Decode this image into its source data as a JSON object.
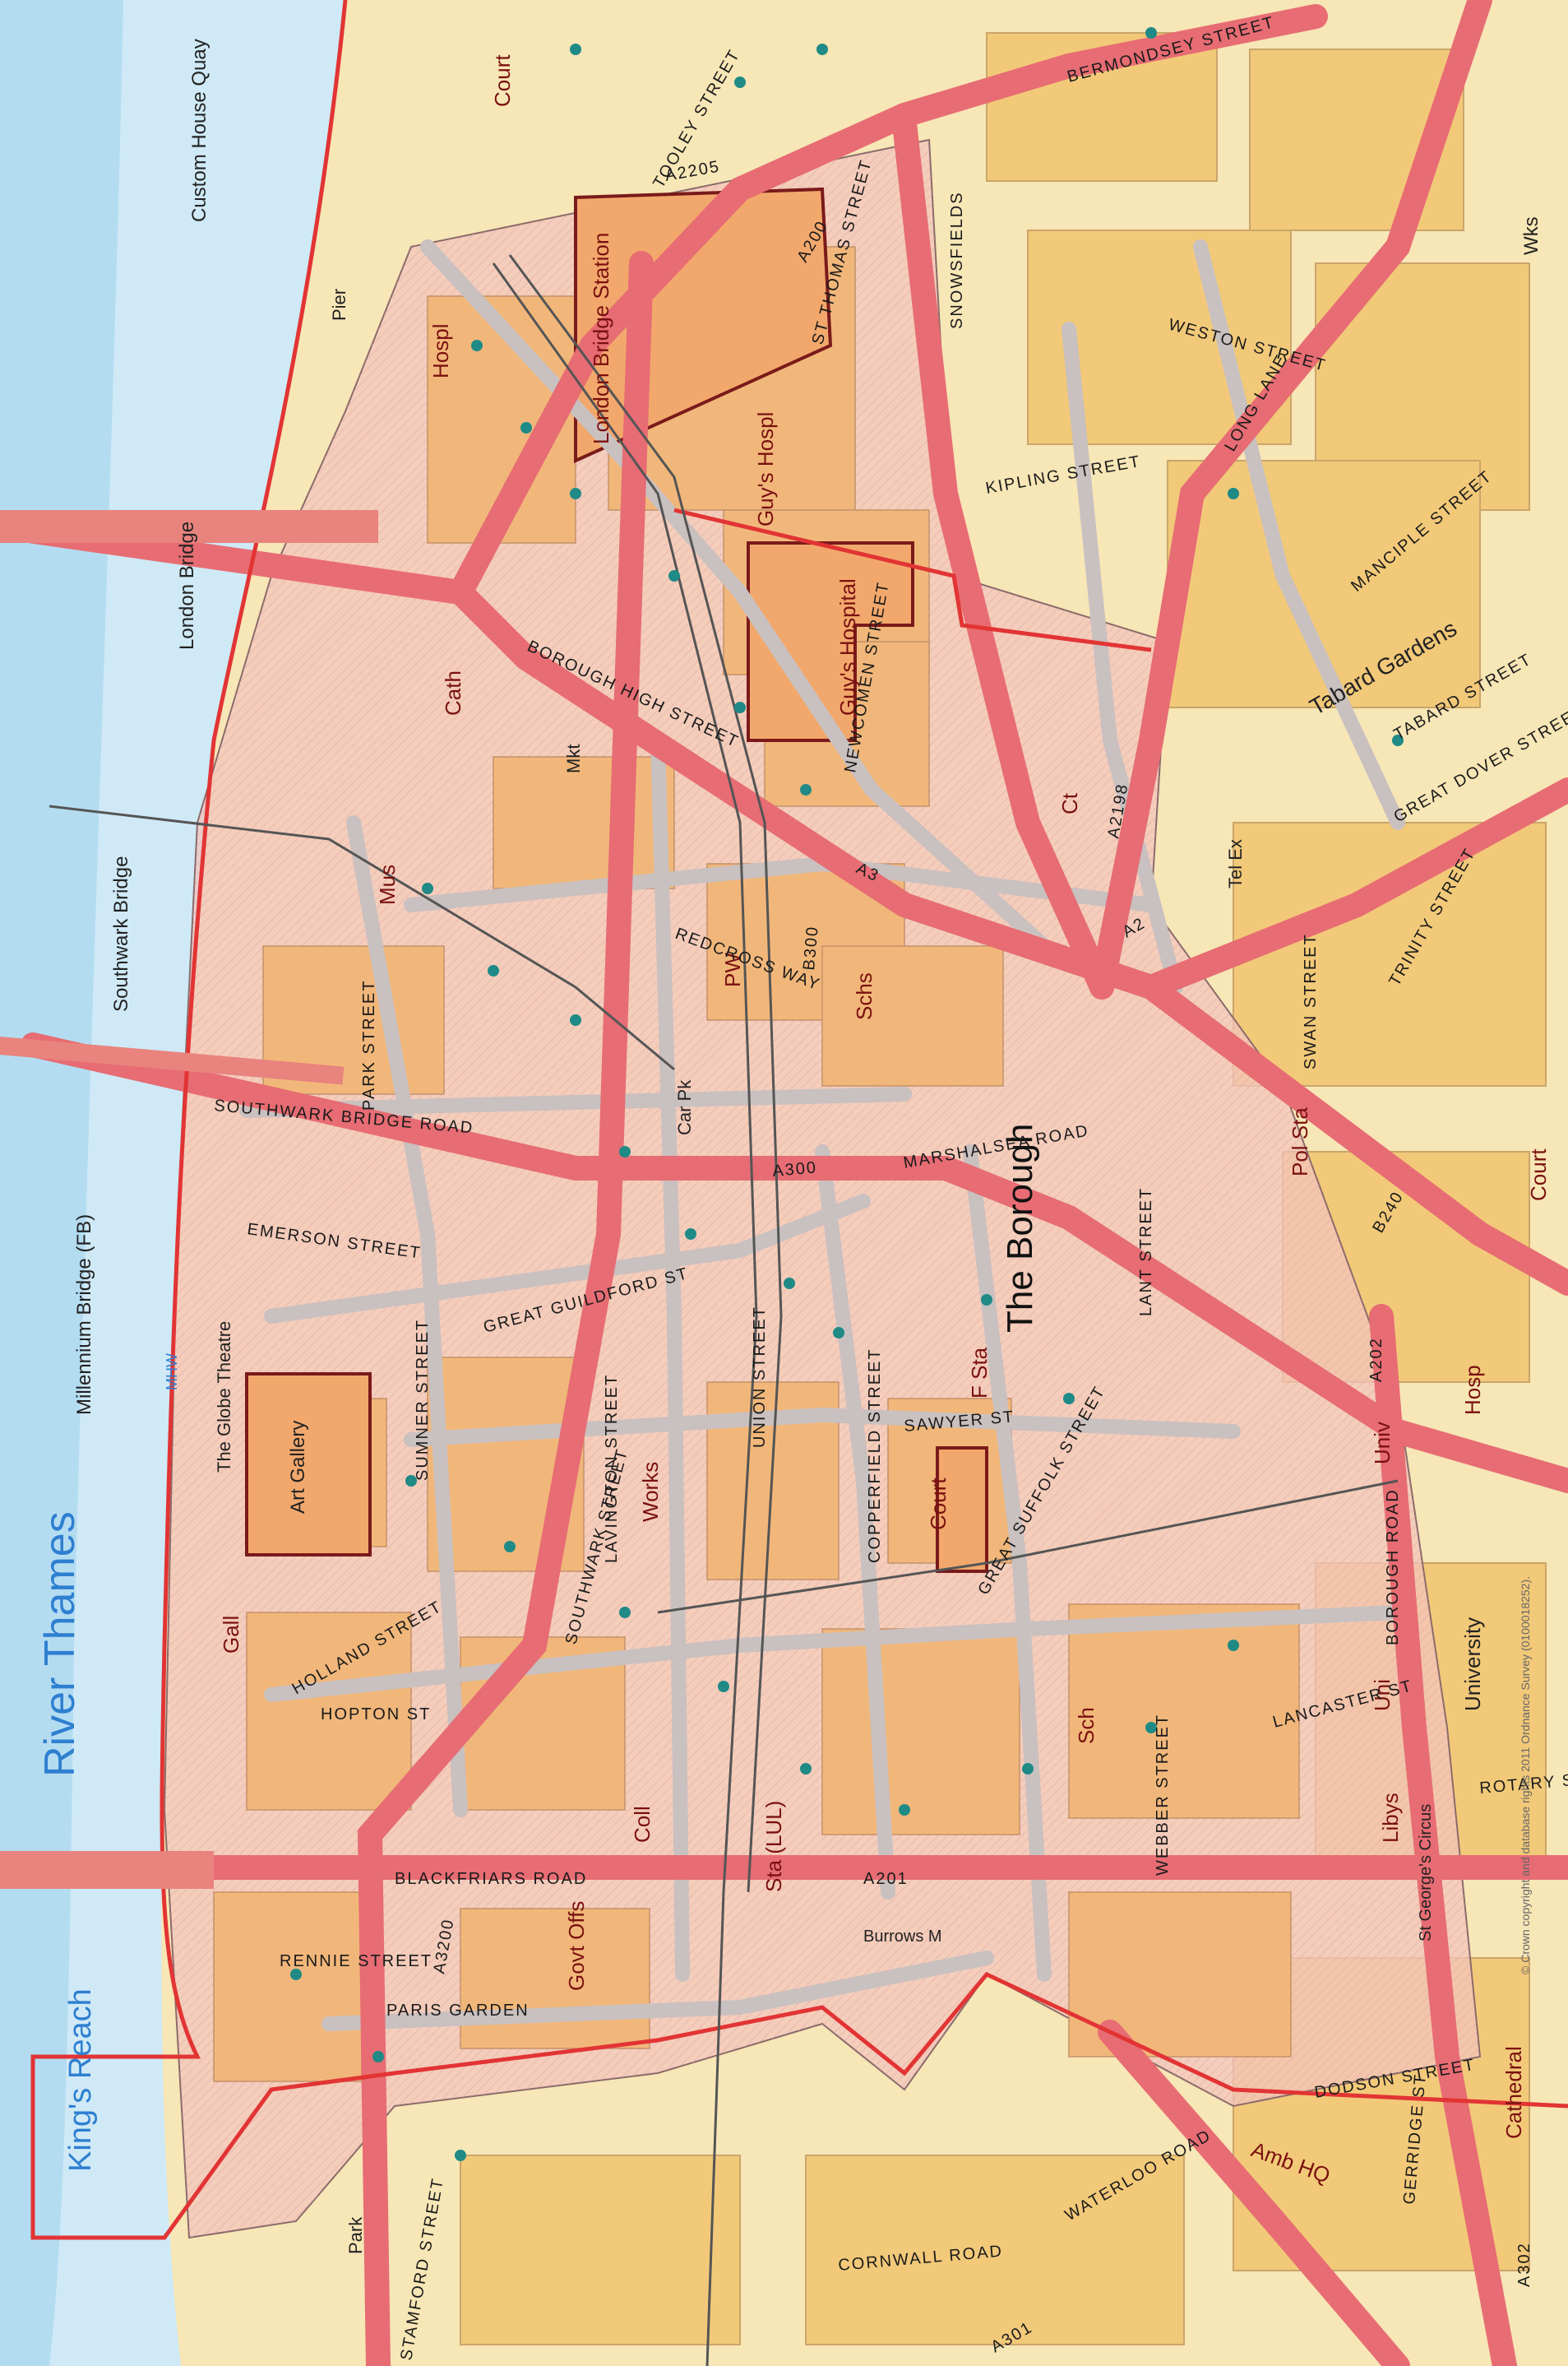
{
  "map": {
    "area_name": "The Borough",
    "water": {
      "river": "River Thames",
      "reach": "King's Reach",
      "quay": "Custom House Quay",
      "mhw": "MHW"
    },
    "bridges": [
      "London Bridge",
      "Southwark Bridge",
      "Millennium Bridge (FB)"
    ],
    "places": [
      "Tabard Gardens",
      "Art Gallery",
      "The Globe Theatre",
      "Guy's Hospital",
      "Guy's Hospl",
      "London Bridge Station",
      "University",
      "Cathedral",
      "Park",
      "Works",
      "Burrows M",
      "Car Pk",
      "Pier",
      "Court",
      "Schs",
      "Sch",
      "Coll",
      "Govt Offs",
      "Hospl",
      "Hosp",
      "Libys",
      "Mus",
      "Mkt",
      "Cath",
      "PW",
      "Gall",
      "F Sta",
      "Pol Sta",
      "Tel Ex",
      "Amb HQ",
      "St George's Circus",
      "Sta (LUL)",
      "Uni",
      "Univ",
      "Wks",
      "Ct"
    ],
    "roads": [
      "TOOLEY STREET",
      "BERMONDSEY STREET",
      "ST THOMAS STREET",
      "SOUTHWARK BRIDGE ROAD",
      "SOUTHWARK STREET",
      "BLACKFRIARS ROAD",
      "BOROUGH HIGH STREET",
      "GREAT DOVER STREET",
      "MARSHALSEA ROAD",
      "UNION STREET",
      "BOROUGH ROAD",
      "GREAT SUFFOLK STREET",
      "LONG LANE",
      "WESTON STREET",
      "STAMFORD STREET",
      "WATERLOO ROAD",
      "GREAT GUILDFORD ST",
      "SUMNER STREET",
      "EMERSON STREET",
      "PARK STREET",
      "REDCROSS WAY",
      "NEWCOMEN STREET",
      "SNOWSFIELDS",
      "KIPLING STREET",
      "MANCIPLE STREET",
      "TABARD STREET",
      "TRINITY STREET",
      "SWAN STREET",
      "LANT STREET",
      "SAWYER ST",
      "COPPERFIELD STREET",
      "LAVINGTON STREET",
      "HOLLAND STREET",
      "HOPTON ST",
      "RENNIE STREET",
      "PARIS GARDEN",
      "WEBBER STREET",
      "LANCASTER ST",
      "DODSON STREET",
      "GERRIDGE ST",
      "CORNWALL ROAD",
      "ROTARY ST"
    ],
    "road_numbers": [
      "A3",
      "A2",
      "A200",
      "A201",
      "A202",
      "A300",
      "A301",
      "A302",
      "A2198",
      "A2205",
      "A3200",
      "B300",
      "B240"
    ],
    "copyright": "© Crown copyright and database rights 2011 Ordnance Survey (0100018252)."
  }
}
